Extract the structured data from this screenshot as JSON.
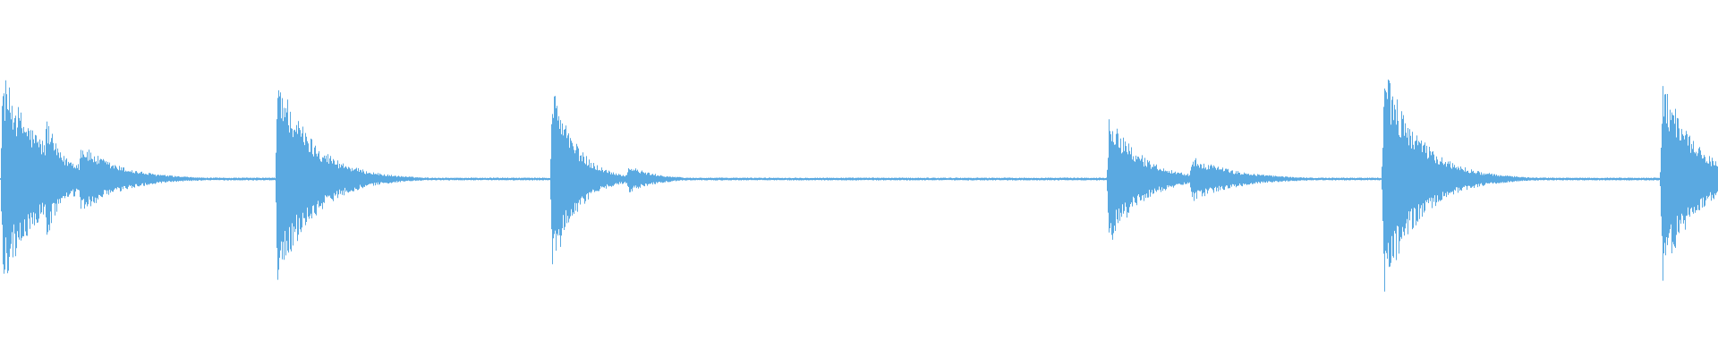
{
  "waveform": {
    "color": "#5aa9e1",
    "background": "#ffffff",
    "amplitude_scale": 1.0,
    "baseline_level": 0.008,
    "hits": [
      {
        "start": 0.0,
        "attack_peak": 0.64,
        "decay_length": 0.052,
        "secondary": [
          {
            "offset": 0.025,
            "peak": 0.45,
            "length": 0.018
          },
          {
            "offset": 0.045,
            "peak": 0.22,
            "length": 0.045
          }
        ]
      },
      {
        "start": 0.16,
        "attack_peak": 0.66,
        "decay_length": 0.045,
        "secondary": [
          {
            "offset": 0.024,
            "peak": 0.12,
            "length": 0.04
          }
        ]
      },
      {
        "start": 0.32,
        "attack_peak": 0.62,
        "decay_length": 0.03,
        "secondary": [
          {
            "offset": 0.023,
            "peak": 0.1,
            "length": 0.018
          },
          {
            "offset": 0.044,
            "peak": 0.09,
            "length": 0.03
          }
        ]
      },
      {
        "start": 0.644,
        "attack_peak": 0.42,
        "decay_length": 0.04,
        "secondary": [
          {
            "offset": 0.048,
            "peak": 0.14,
            "length": 0.05
          }
        ]
      },
      {
        "start": 0.804,
        "attack_peak": 0.69,
        "decay_length": 0.046,
        "secondary": [
          {
            "offset": 0.024,
            "peak": 0.14,
            "length": 0.03
          }
        ]
      },
      {
        "start": 0.966,
        "attack_peak": 0.65,
        "decay_length": 0.04,
        "secondary": [
          {
            "offset": 0.02,
            "peak": 0.14,
            "length": 0.02
          }
        ]
      }
    ]
  }
}
